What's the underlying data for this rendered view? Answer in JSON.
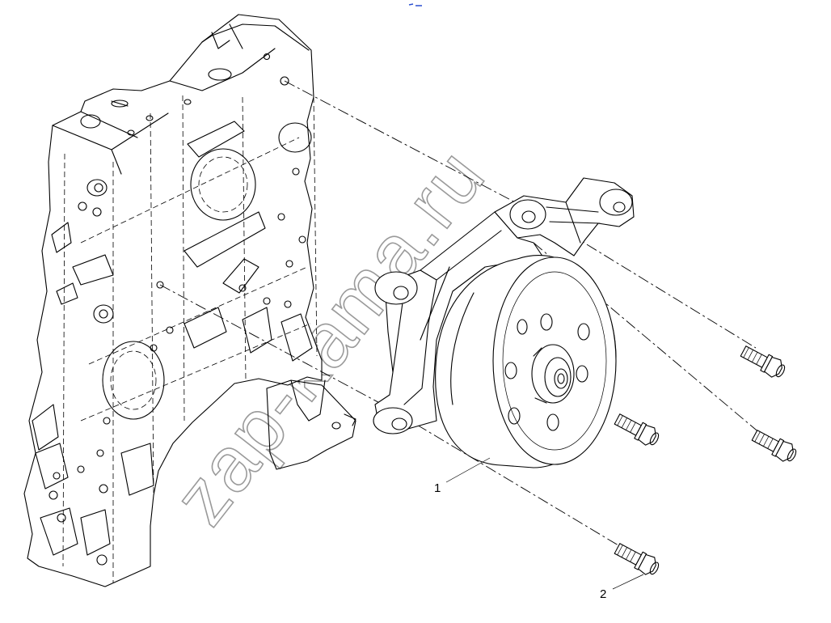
{
  "diagram": {
    "callouts": [
      {
        "id": "1",
        "label": "1"
      },
      {
        "id": "2",
        "label": "2"
      }
    ],
    "watermark": "zap-kama.ru",
    "colors": {
      "line": "#000000",
      "watermark": "#9a9a9a",
      "mark": "#2a4fd0"
    }
  }
}
